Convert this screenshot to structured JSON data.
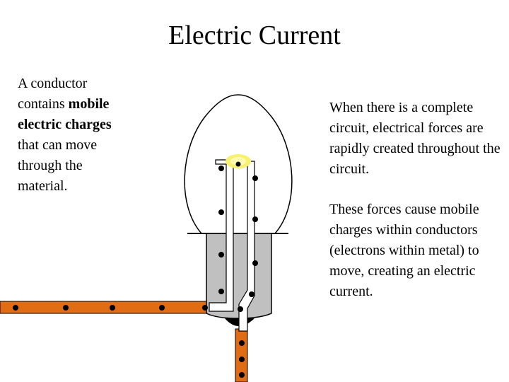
{
  "slide": {
    "title": "Electric Current",
    "left_text": {
      "part1": "A conductor contains ",
      "bold1": "mobile electric charges",
      "part2": " that can move through the material."
    },
    "right_paragraphs": [
      "When there is a complete circuit, electrical forces are rapidly created throughout the circuit.",
      "These forces cause mobile charges within conductors (electrons within metal) to move, creating an electric current."
    ]
  },
  "diagram": {
    "wire_color": "#e06c14",
    "charge_color": "#000000",
    "socket_color": "#c0c0c0",
    "filament_color": "#f8f070"
  }
}
